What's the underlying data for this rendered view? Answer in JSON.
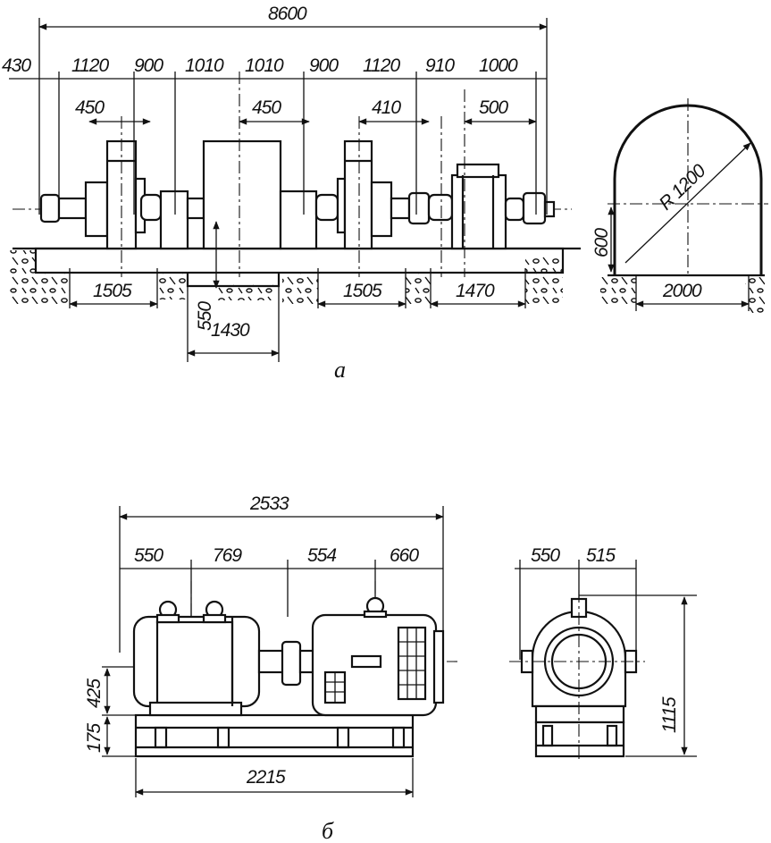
{
  "drawing_a": {
    "caption": "а",
    "dims": {
      "overall": "8600",
      "d430": "430",
      "d1120a": "1120",
      "d900a": "900",
      "d1010a": "1010",
      "d1010b": "1010",
      "d900b": "900",
      "d1120b": "1120",
      "d910": "910",
      "d1000": "1000",
      "d450a": "450",
      "d450b": "450",
      "d410": "410",
      "d500": "500",
      "d1505a": "1505",
      "d1505b": "1505",
      "d1470": "1470",
      "d550": "550",
      "d1430": "1430",
      "d600": "600",
      "d2000": "2000",
      "radius": "R 1200"
    }
  },
  "drawing_b": {
    "caption": "б",
    "dims": {
      "overall": "2533",
      "d550": "550",
      "d769": "769",
      "d554": "554",
      "d660": "660",
      "d425": "425",
      "d175": "175",
      "d2215": "2215",
      "side550": "550",
      "side515": "515",
      "side1115": "1115"
    }
  }
}
